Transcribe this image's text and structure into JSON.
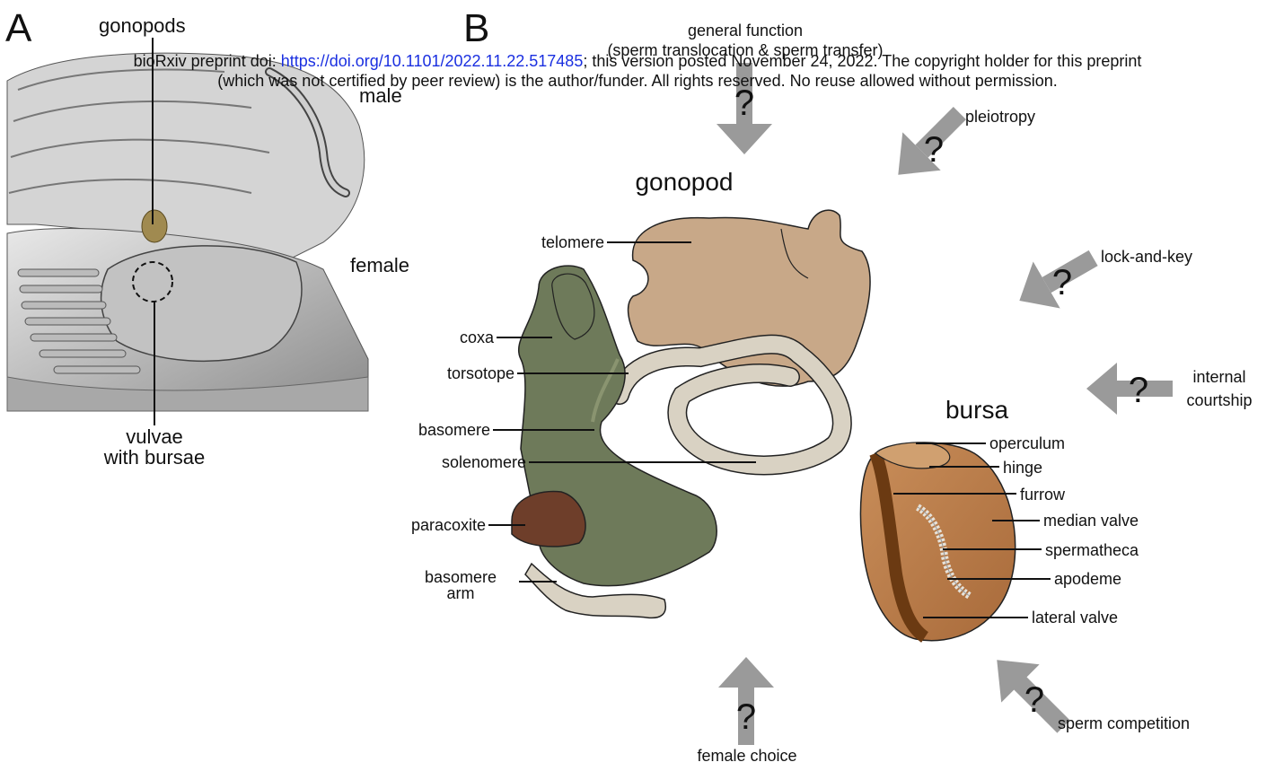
{
  "banner": {
    "line1_prefix": "bioRxiv preprint doi: ",
    "doi_link": "https://doi.org/10.1101/2022.11.22.517485",
    "line1_suffix": "; this version posted November 24, 2022. The copyright holder for this preprint",
    "line2": "(which was not certified by peer review) is the author/funder. All rights reserved. No reuse allowed without permission."
  },
  "panel_a": {
    "letter": "A",
    "gonopods": "gonopods",
    "male": "male",
    "female": "female",
    "vulvae_line1": "vulvae",
    "vulvae_line2": "with bursae"
  },
  "panel_b": {
    "letter": "B",
    "gonopod_title": "gonopod",
    "bursa_title": "bursa",
    "gonopod_parts": {
      "telomere": "telomere",
      "coxa": "coxa",
      "torsotope": "torsotope",
      "basomere": "basomere",
      "solenomere": "solenomere",
      "paracoxite": "paracoxite",
      "basomere_arm_1": "basomere",
      "basomere_arm_2": "arm"
    },
    "bursa_parts": {
      "operculum": "operculum",
      "hinge": "hinge",
      "furrow": "furrow",
      "median_valve": "median valve",
      "spermatheca": "spermatheca",
      "apodeme": "apodeme",
      "lateral_valve": "lateral valve"
    },
    "forces": {
      "general_function_1": "general function",
      "general_function_2": "(sperm translocation & sperm transfer)",
      "pleiotropy": "pleiotropy",
      "lock_and_key": "lock-and-key",
      "internal_courtship_1": "internal",
      "internal_courtship_2": "courtship",
      "sperm_competition": "sperm competition",
      "female_choice": "female choice",
      "question_mark": "?"
    }
  },
  "colors": {
    "arrow_gray": "#9a9a9a",
    "telomere_tan": "#c8a888",
    "coxa_green": "#6e7a5a",
    "pale_arm": "#d9d2c3",
    "paracoxite_brown": "#6e3e2a",
    "bursa_brown": "#b87a48",
    "bursa_dark": "#6b3a12",
    "link_blue": "#1a2fe0"
  }
}
